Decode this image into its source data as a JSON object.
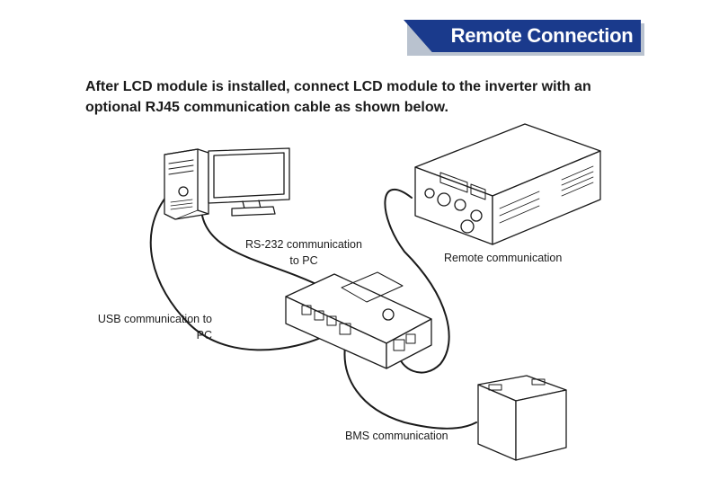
{
  "header": {
    "title": "Remote Connection"
  },
  "intro": {
    "line1": "After LCD module is installed, connect LCD module to the inverter with an",
    "line2": "optional RJ45 communication cable as shown below."
  },
  "labels": {
    "rs232_line1": "RS-232 communication",
    "rs232_line2": "to PC",
    "usb_line1": "USB communication to",
    "usb_line2": "PC",
    "remote": "Remote communication",
    "bms": "BMS communication"
  },
  "colors": {
    "banner": "#1a3a8c",
    "banner_shadow": "#b9c2cf",
    "line": "#1b1b1b"
  }
}
